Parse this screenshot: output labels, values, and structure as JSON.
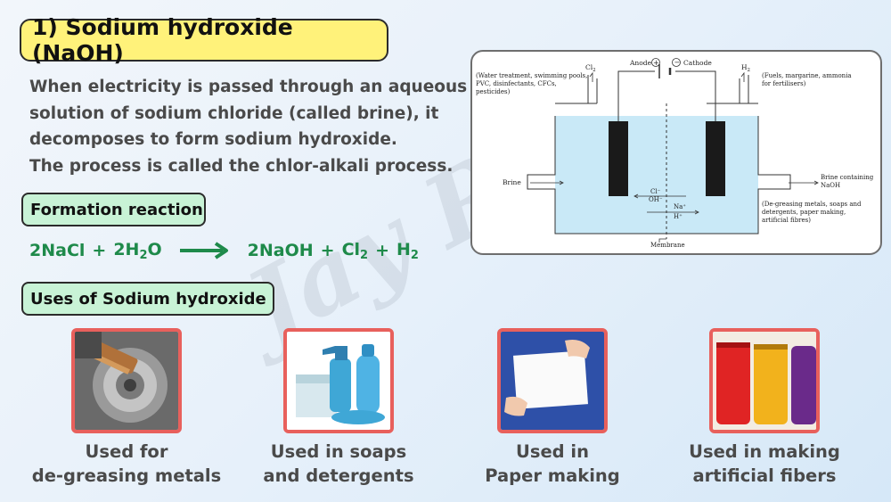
{
  "title": "1) Sodium hydroxide (NaOH)",
  "intro": {
    "lines": [
      "When electricity is passed through an aqueous",
      "solution of sodium chloride (called brine), it",
      "decomposes to form sodium hydroxide.",
      "The process is called the chlor-alkali process."
    ]
  },
  "formation": {
    "heading": "Formation reaction",
    "reactant1": "2NaCl",
    "plus": "+",
    "reactant2_coef": "2H",
    "reactant2_sub": "2",
    "reactant2_tail": "O",
    "product1": "2NaOH",
    "product2_base": "Cl",
    "product2_sub": "2",
    "product3_base": "H",
    "product3_sub": "2"
  },
  "diagram": {
    "anode": "Anode",
    "cathode": "Cathode",
    "cl2": "Cl",
    "cl2_sub": "2",
    "h2": "H",
    "h2_sub": "2",
    "cl2_uses": [
      "(Water treatment, swimming pools,",
      "PVC, disinfectants, CFCs,",
      "pesticides)"
    ],
    "h2_uses": [
      "(Fuels, margarine, ammonia",
      "for fertilisers)"
    ],
    "brine": "Brine",
    "brine_out": [
      "Brine containing",
      "NaOH"
    ],
    "naoh_uses": [
      "(De-greasing metals, soaps and",
      "detergents, paper making,",
      "artificial fibres)"
    ],
    "ion_cl": "Cl⁻",
    "ion_oh": "OH⁻",
    "ion_na": "Na⁺",
    "ion_h": "H⁺",
    "membrane": "Membrane"
  },
  "uses": {
    "heading": "Uses of Sodium hydroxide",
    "items": [
      {
        "line1": "Used for",
        "line2": "de-greasing metals"
      },
      {
        "line1": "Used in soaps",
        "line2": "and detergents"
      },
      {
        "line1": "Used in",
        "line2": "Paper making"
      },
      {
        "line1": "Used in making",
        "line2": "artificial fibers"
      }
    ]
  },
  "watermark": "Jay Rana",
  "colors": {
    "title_bg": "#fff27a",
    "pill_bg": "#c8f3d6",
    "reaction": "#1e8a4a",
    "card_border": "#e8605c",
    "electrolyte": "#c9e9f7"
  }
}
